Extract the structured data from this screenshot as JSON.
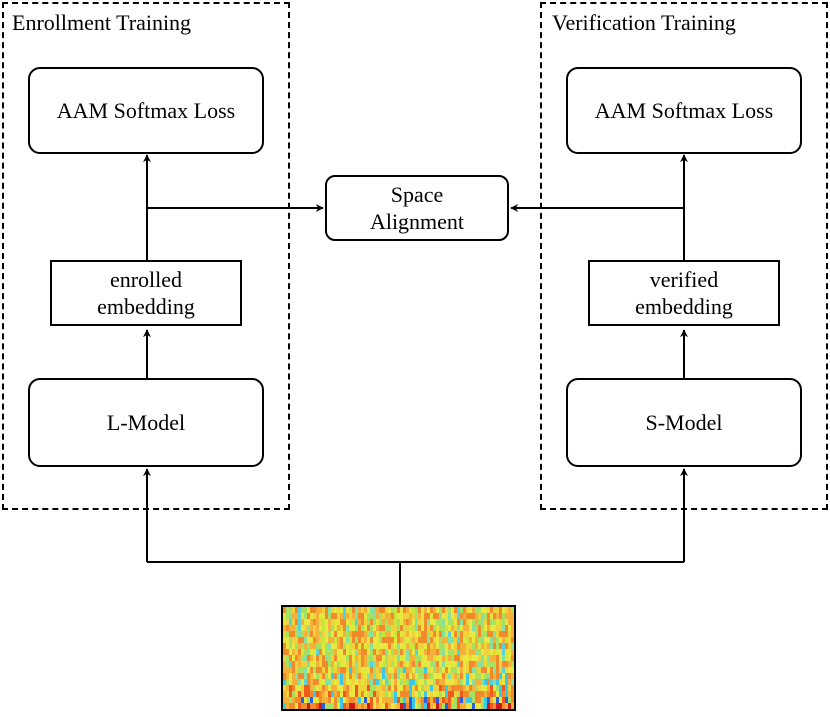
{
  "enrollment": {
    "title": "Enrollment Training",
    "loss_label": "AAM Softmax Loss",
    "embedding_line1": "enrolled",
    "embedding_line2": "embedding",
    "model_label": "L-Model"
  },
  "verification": {
    "title": "Verification Training",
    "loss_label": "AAM Softmax Loss",
    "embedding_line1": "verified",
    "embedding_line2": "embedding",
    "model_label": "S-Model"
  },
  "alignment": {
    "line1": "Space",
    "line2": "Alignment"
  },
  "colors": {
    "stroke": "#000000",
    "spectrogram_base": "#c8e63c",
    "spectrogram_hot": "#f05a1e",
    "spectrogram_cool": "#3ac8e6"
  }
}
